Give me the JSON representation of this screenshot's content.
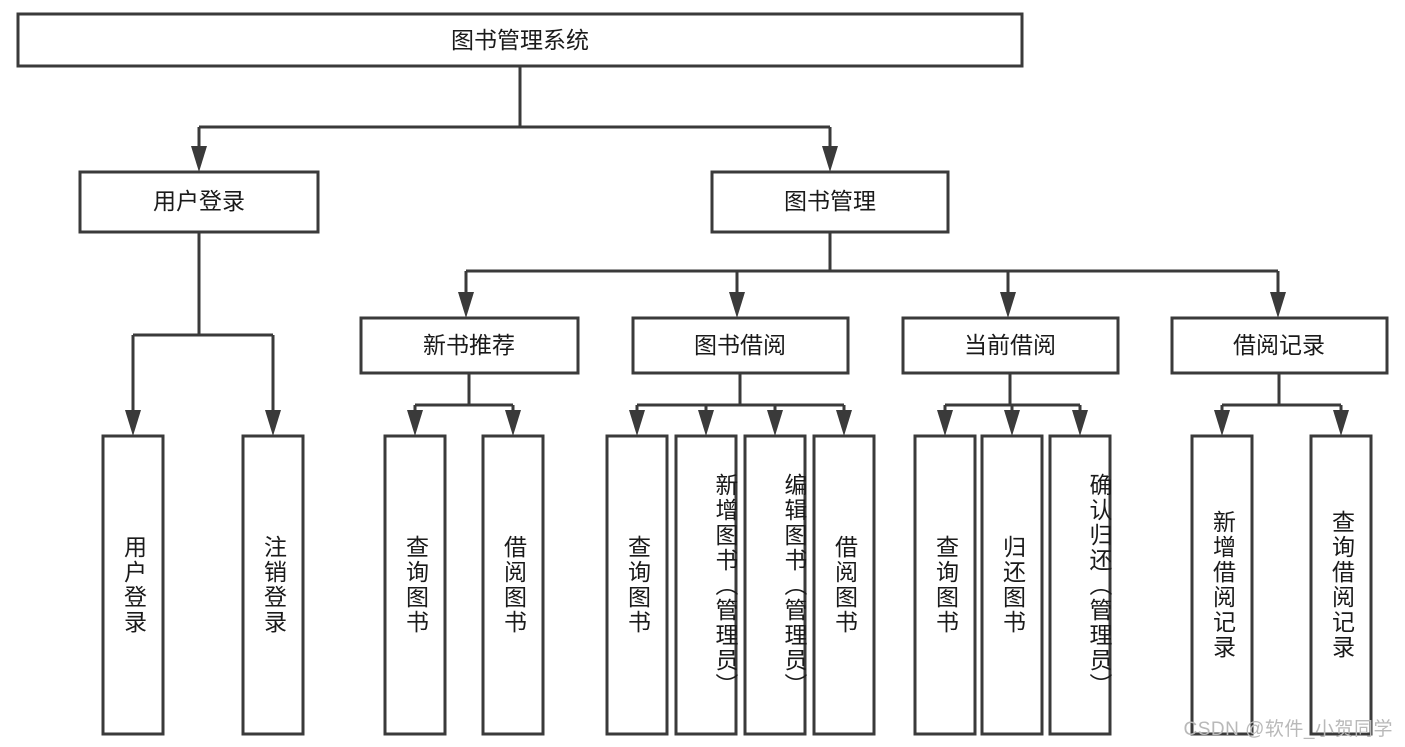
{
  "diagram": {
    "title": "图书管理系统",
    "watermark": "CSDN @软件_小贺同学",
    "type": "tree-hierarchy",
    "orientation": "top-down",
    "levels": 4,
    "colors": {
      "box_stroke": "#3a3a3a",
      "box_fill": "#ffffff",
      "text": "#1a1a1a",
      "connector": "#3a3a3a",
      "watermark": "#b9b9b9",
      "background": "#ffffff"
    },
    "root": {
      "label": "图书管理系统"
    },
    "level2": [
      {
        "label": "用户登录"
      },
      {
        "label": "图书管理"
      }
    ],
    "level3": [
      {
        "label": "新书推荐"
      },
      {
        "label": "图书借阅"
      },
      {
        "label": "当前借阅"
      },
      {
        "label": "借阅记录"
      }
    ],
    "leaves": {
      "user_login": [
        {
          "label": "用户登录"
        },
        {
          "label": "注销登录"
        }
      ],
      "new_book_recommend": [
        {
          "label": "查询图书"
        },
        {
          "label": "借阅图书"
        }
      ],
      "book_borrow": [
        {
          "label": "查询图书"
        },
        {
          "label": "新增图书（管理员）"
        },
        {
          "label": "编辑图书（管理员）"
        },
        {
          "label": "借阅图书"
        }
      ],
      "current_borrow": [
        {
          "label": "查询图书"
        },
        {
          "label": "归还图书"
        },
        {
          "label": "确认归还（管理员）"
        }
      ],
      "borrow_record": [
        {
          "label": "新增借阅记录"
        },
        {
          "label": "查询借阅记录"
        }
      ]
    }
  }
}
